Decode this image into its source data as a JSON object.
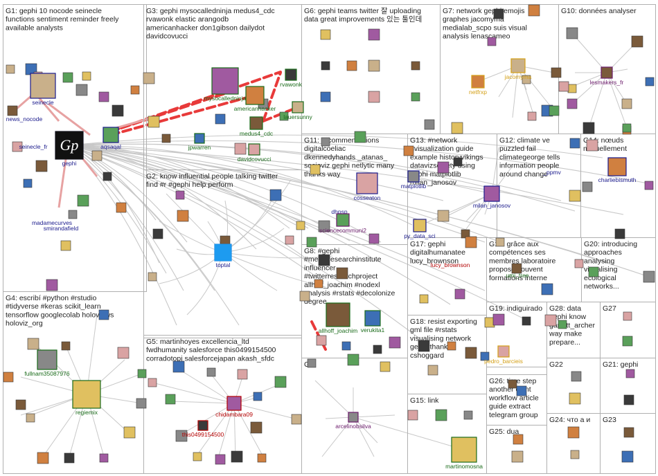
{
  "groups": [
    {
      "id": "G1",
      "lines": [
        "G1: gephi 10 nocode seinecle",
        "functions sentiment reminder freely",
        "available analysts"
      ]
    },
    {
      "id": "G2",
      "lines": [
        "G2: know influential people talking twitter",
        "find #r #gephi help perform"
      ]
    },
    {
      "id": "G3",
      "lines": [
        "G3: gephi mysocalledninja medus4_cdc",
        "rvawonk elastic arangodb",
        "americanhacker don1gibson dailydot",
        "davidcovucci"
      ]
    },
    {
      "id": "G4",
      "lines": [
        "G4: escribí #python #rstudio",
        "#tidyverse #keras scikit_learn",
        "tensorflow googlecolab holoviews",
        "holoviz_org"
      ]
    },
    {
      "id": "G5",
      "lines": [
        "G5: martinhoyes excellencia_ltd",
        "fwdhumanity salesforce this0499154500",
        "corradotopi salesforcejapan akash_sfdc"
      ]
    },
    {
      "id": "G6",
      "lines": [
        "G6: gephi teams twitter 잘 uploading",
        "data great improvements 있는 툴인데"
      ]
    },
    {
      "id": "G7",
      "lines": [
        "G7: network gephi emojis",
        "graphes jacomyma",
        "medialab_scpo suis visual",
        "analysis lenascameo"
      ]
    },
    {
      "id": "G8",
      "lines": [
        "G8: #gephi",
        "#mediaresearchinstitute",
        "influencer",
        "#twitterresearchproject",
        "allhoff_joachim #nodexl",
        "analysis #rstats #decolonize",
        "degree"
      ]
    },
    {
      "id": "G9",
      "lines": [
        "G9"
      ]
    },
    {
      "id": "G10",
      "lines": [
        "G10: données analyser"
      ]
    },
    {
      "id": "G11",
      "lines": [
        "G11: recommendations",
        "digitalcoeliac",
        "dkennedyhands _atanas_",
        "socioviz gephi netlytic many",
        "thanks way"
      ]
    },
    {
      "id": "G12",
      "lines": [
        "G12: climate ve",
        "puzzled fail",
        "climategeorge tells",
        "information people",
        "around change"
      ]
    },
    {
      "id": "G13",
      "lines": [
        "G13: #network",
        "#visualization guide",
        "example historyvikings",
        "datavizsociety using",
        "gephi matplotlib",
        "milan_janosov"
      ]
    },
    {
      "id": "G14",
      "lines": [
        "G14: nœuds",
        "mutuellement"
      ]
    },
    {
      "id": "G15",
      "lines": [
        "G15: link"
      ]
    },
    {
      "id": "G16",
      "lines": [
        "G16: grâce aux",
        "compétences ses",
        "membres laboratoire",
        "propose souvent",
        "formations interne"
      ]
    },
    {
      "id": "G17",
      "lines": [
        "G17: gephi",
        "digitalhumanatee",
        "lucy_brownson"
      ]
    },
    {
      "id": "G18",
      "lines": [
        "G18: resist exporting",
        "gml file #rstats",
        "visualising network",
        "gephi thank",
        "cshoggard"
      ]
    },
    {
      "id": "G19",
      "lines": [
        "G19: indiguirado"
      ]
    },
    {
      "id": "G20",
      "lines": [
        "G20: introducing",
        "approaches",
        "analysing",
        "visualising",
        "ecological",
        "networks..."
      ]
    },
    {
      "id": "G21",
      "lines": [
        "G21: gephi"
      ]
    },
    {
      "id": "G22",
      "lines": [
        "G22"
      ]
    },
    {
      "id": "G23",
      "lines": [
        "G23"
      ]
    },
    {
      "id": "G24",
      "lines": [
        "G24: что а и"
      ]
    },
    {
      "id": "G25",
      "lines": [
        "G25: dua"
      ]
    },
    {
      "id": "G26",
      "lines": [
        "G26: time step",
        "another osint",
        "workflow article",
        "guide extract",
        "telegram group"
      ]
    },
    {
      "id": "G27",
      "lines": [
        "G27"
      ]
    },
    {
      "id": "G28",
      "lines": [
        "G28: data",
        "gephi know",
        "garrett_archer",
        "way make",
        "prepare..."
      ]
    }
  ],
  "nodes": [
    {
      "id": "seinecle",
      "label": "seinecle",
      "color": "#1a1a8c"
    },
    {
      "id": "news_nocode",
      "label": "news_nocode",
      "color": "#1a1a8c"
    },
    {
      "id": "seinecle_fr",
      "label": "seinecle_fr",
      "color": "#1a1a8c"
    },
    {
      "id": "gephi",
      "label": "gephi",
      "color": "#1a1a8c"
    },
    {
      "id": "aqsaqal",
      "label": "aqsaqal",
      "color": "#1a1a8c"
    },
    {
      "id": "madamecurves",
      "label": "madamecurves",
      "color": "#1a1a8c"
    },
    {
      "id": "smirandafield",
      "label": "smirandafield",
      "color": "#1a1a8c"
    },
    {
      "id": "mysocalledninja",
      "label": "mysocalledninja",
      "color": "#1a6b1a"
    },
    {
      "id": "rvawonk",
      "label": "rvawonk",
      "color": "#1a6b1a"
    },
    {
      "id": "americanhacker",
      "label": "americanhacker",
      "color": "#1a6b1a"
    },
    {
      "id": "lauersunny",
      "label": "lauersunny",
      "color": "#1a6b1a"
    },
    {
      "id": "medus4_cdc",
      "label": "medus4_cdc",
      "color": "#1a6b1a"
    },
    {
      "id": "jpwarren",
      "label": "jpwarren",
      "color": "#1a6b1a"
    },
    {
      "id": "davidcovucci",
      "label": "davidcovucci",
      "color": "#1a6b1a"
    },
    {
      "id": "toptal",
      "label": "toptal",
      "color": "#1a1a8c"
    },
    {
      "id": "fullnam35087976",
      "label": "fullnam35087976",
      "color": "#1a6b1a"
    },
    {
      "id": "regiemix",
      "label": "regiemix",
      "color": "#1a6b1a"
    },
    {
      "id": "chidambara09",
      "label": "chidambara09",
      "color": "#b30000"
    },
    {
      "id": "this0499154500",
      "label": "this0499154500",
      "color": "#b30000"
    },
    {
      "id": "netfrxp",
      "label": "netfrxp",
      "color": "#d4a017"
    },
    {
      "id": "jacomyma",
      "label": "jacomyma",
      "color": "#d4a017"
    },
    {
      "id": "lesmakers_fr",
      "label": "lesmakers_fr",
      "color": "#6b1a6b"
    },
    {
      "id": "dhpsp",
      "label": "dhpsp",
      "color": "#1a1a8c"
    },
    {
      "id": "cosseaton",
      "label": "cosseaton",
      "color": "#1a1a8c"
    },
    {
      "id": "sciencecommuni2",
      "label": "sciencecommuni2",
      "color": "#6b1a6b"
    },
    {
      "id": "matplotlib",
      "label": "matplotlib",
      "color": "#1a1a8c"
    },
    {
      "id": "py_data_sci",
      "label": "py_data_sci",
      "color": "#1a1a8c"
    },
    {
      "id": "milan_janosov",
      "label": "milan_janosov",
      "color": "#1a1a8c"
    },
    {
      "id": "_ppmv",
      "label": "_ppmv",
      "color": "#1a1a8c"
    },
    {
      "id": "charliebismuth",
      "label": "charliebismuth",
      "color": "#1a1a8c"
    },
    {
      "id": "lucy_brownson",
      "label": "lucy_brownson",
      "color": "#b30000"
    },
    {
      "id": "allhoff_joachim",
      "label": "allhoff_joachim",
      "color": "#1a6b1a"
    },
    {
      "id": "verukita1",
      "label": "verukita1",
      "color": "#1a6b1a"
    },
    {
      "id": "pedro_barcieis",
      "label": "pedro_barcieis",
      "color": "#d4a017"
    },
    {
      "id": "umi_tree",
      "label": "umi_tree",
      "color": "#1a6b1a"
    },
    {
      "id": "arcelinobsilva",
      "label": "arcelinobsilva",
      "color": "#6b1a6b"
    },
    {
      "id": "martinomosna",
      "label": "martinomosna",
      "color": "#1a6b1a"
    }
  ],
  "colors": {
    "gridline": "#b0b0b0",
    "edge": "#c8c8c8",
    "edge_red": "#e83a3a",
    "edge_pink": "#e7a2a2"
  }
}
